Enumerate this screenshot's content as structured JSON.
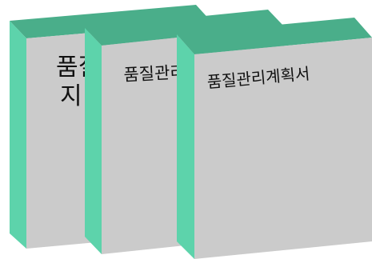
{
  "books": [
    {
      "title_line1": "품질",
      "title_line2": "지"
    },
    {
      "title": "품질관리"
    },
    {
      "title": "품질관리계획서"
    }
  ],
  "colors": {
    "cover": "#cbcbcb",
    "spine": "#5dd3ab",
    "top": "#4aae8a",
    "background": "#ffffff",
    "text": "#111111"
  }
}
